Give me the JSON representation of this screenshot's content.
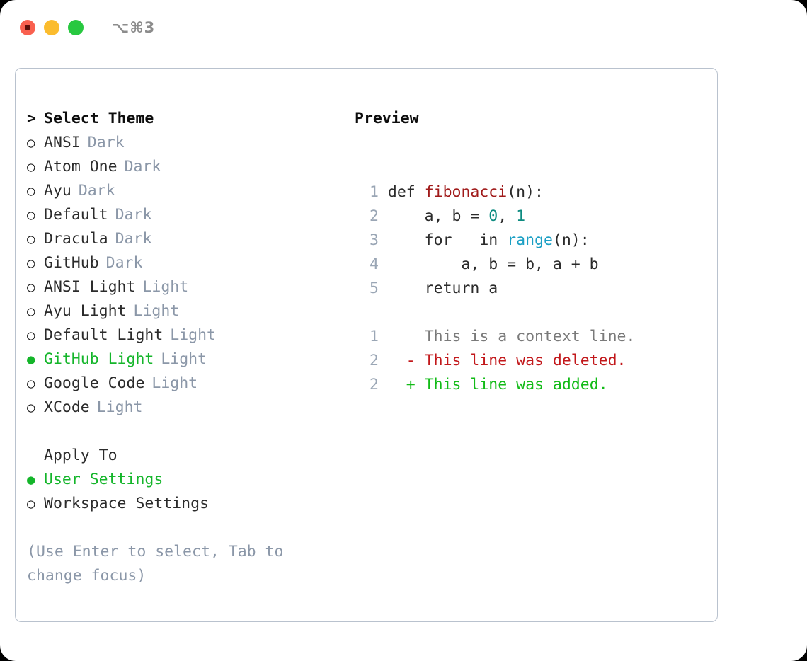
{
  "titlebar": {
    "shortcut_label": "⌥⌘3",
    "dots": [
      {
        "name": "close",
        "color": "#f9604f"
      },
      {
        "name": "minimize",
        "color": "#fbbc2e"
      },
      {
        "name": "maximize",
        "color": "#28c840"
      }
    ]
  },
  "theme_list": {
    "header": {
      "marker": ">",
      "label": "Select Theme"
    },
    "items": [
      {
        "marker": "○",
        "label": "ANSI",
        "tag": "Dark",
        "selected": false
      },
      {
        "marker": "○",
        "label": "Atom One",
        "tag": "Dark",
        "selected": false
      },
      {
        "marker": "○",
        "label": "Ayu",
        "tag": "Dark",
        "selected": false
      },
      {
        "marker": "○",
        "label": "Default",
        "tag": "Dark",
        "selected": false
      },
      {
        "marker": "○",
        "label": "Dracula",
        "tag": "Dark",
        "selected": false
      },
      {
        "marker": "○",
        "label": "GitHub",
        "tag": "Dark",
        "selected": false
      },
      {
        "marker": "○",
        "label": "ANSI Light",
        "tag": "Light",
        "selected": false
      },
      {
        "marker": "○",
        "label": "Ayu Light",
        "tag": "Light",
        "selected": false
      },
      {
        "marker": "○",
        "label": "Default Light",
        "tag": "Light",
        "selected": false
      },
      {
        "marker": "●",
        "label": "GitHub Light",
        "tag": "Light",
        "selected": true
      },
      {
        "marker": "○",
        "label": "Google Code",
        "tag": "Light",
        "selected": false
      },
      {
        "marker": "○",
        "label": "XCode",
        "tag": "Light",
        "selected": false
      }
    ]
  },
  "apply_to": {
    "header": {
      "marker": " ",
      "label": "Apply To"
    },
    "items": [
      {
        "marker": "●",
        "label": "User Settings",
        "selected": true
      },
      {
        "marker": "○",
        "label": "Workspace Settings",
        "selected": false
      }
    ]
  },
  "hint": "(Use Enter to select, Tab to change focus)",
  "preview": {
    "title": "Preview",
    "code_lines": [
      {
        "num": "1",
        "tokens": [
          {
            "t": "def ",
            "c": "plain"
          },
          {
            "t": "fibonacci",
            "c": "fn"
          },
          {
            "t": "(n):",
            "c": "plain"
          }
        ]
      },
      {
        "num": "2",
        "tokens": [
          {
            "t": "    a, b = ",
            "c": "plain"
          },
          {
            "t": "0",
            "c": "num"
          },
          {
            "t": ", ",
            "c": "plain"
          },
          {
            "t": "1",
            "c": "num"
          }
        ]
      },
      {
        "num": "3",
        "tokens": [
          {
            "t": "    for _ in ",
            "c": "plain"
          },
          {
            "t": "range",
            "c": "call"
          },
          {
            "t": "(n):",
            "c": "plain"
          }
        ]
      },
      {
        "num": "4",
        "tokens": [
          {
            "t": "        a, b = b, a + b",
            "c": "plain"
          }
        ]
      },
      {
        "num": "5",
        "tokens": [
          {
            "t": "    return a",
            "c": "plain"
          }
        ]
      }
    ],
    "diff_lines": [
      {
        "num": "1",
        "sign": " ",
        "text": "This is a context line.",
        "kind": "ctx"
      },
      {
        "num": "2",
        "sign": "-",
        "text": "This line was deleted.",
        "kind": "del"
      },
      {
        "num": "2",
        "sign": "+",
        "text": "This line was added.",
        "kind": "add"
      }
    ]
  },
  "colors": {
    "selected_green": "#14b52a",
    "tag_gray": "#8b97a8",
    "diff_add": "#12bb17",
    "diff_del": "#c2181b",
    "token_function": "#a01a1a",
    "token_call": "#1a9fc4",
    "token_number": "#0d8b80",
    "panel_border": "#b9c2ce",
    "preview_border": "#a0acbb"
  }
}
